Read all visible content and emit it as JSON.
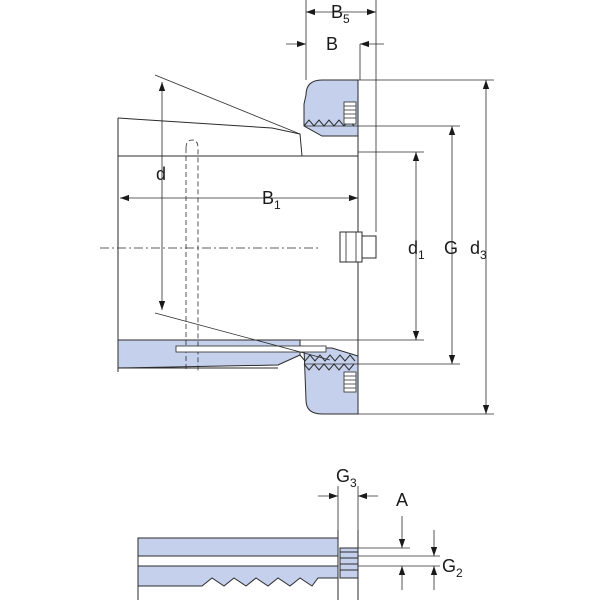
{
  "colors": {
    "fill": "#c4d0ec",
    "outline": "#2b2b2b",
    "text": "#1a1a1a",
    "background": "#ffffff"
  },
  "labels": {
    "b5": "B",
    "b5_sub": "5",
    "b": "B",
    "b1": "B",
    "b1_sub": "1",
    "d": "d",
    "d1": "d",
    "d1_sub": "1",
    "g": "G",
    "d3": "d",
    "d3_sub": "3",
    "g3": "G",
    "g3_sub": "3",
    "a": "A",
    "g2": "G",
    "g2_sub": "2"
  }
}
